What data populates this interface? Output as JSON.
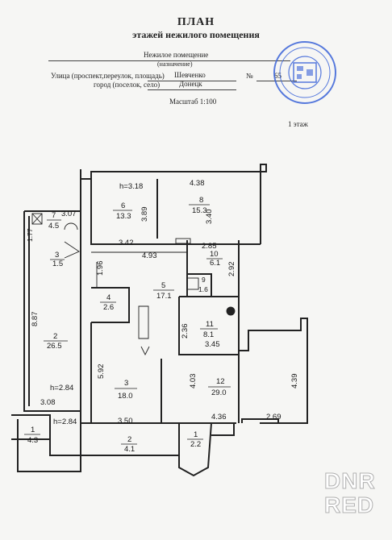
{
  "header": {
    "title": "ПЛАН",
    "subtitle": "этажей нежилого помещения",
    "purpose_value": "Нежилое помещение",
    "purpose_caption": "(назначение)",
    "street_label": "Улица (проспект,переулок, площадь)",
    "street_value": "Шевченко",
    "number_label": "№",
    "number_value": "65",
    "city_label": "город (поселок, село)",
    "city_value": "Донецк",
    "scale": "Масштаб 1:100",
    "floor": "1 этаж"
  },
  "rooms": [
    {
      "n": "1",
      "area": "4.3"
    },
    {
      "n": "2",
      "area": "26.5"
    },
    {
      "n": "2",
      "area": "4.1"
    },
    {
      "n": "3",
      "area": "1.5"
    },
    {
      "n": "3",
      "area": "18.0"
    },
    {
      "n": "4",
      "area": "2.6"
    },
    {
      "n": "5",
      "area": "17.1"
    },
    {
      "n": "6",
      "area": "13.3"
    },
    {
      "n": "7",
      "area": "4.5"
    },
    {
      "n": "8",
      "area": "15.3"
    },
    {
      "n": "9",
      "area": "1.6"
    },
    {
      "n": "10",
      "area": "6.1"
    },
    {
      "n": "11",
      "area": "8.1"
    },
    {
      "n": "12",
      "area": "29.0"
    },
    {
      "n": "1",
      "area": "2.2"
    }
  ],
  "dimensions": [
    "h=3.18",
    "4.38",
    "3.89",
    "3.40",
    "3.07",
    "1.77",
    "3.42",
    "2.85",
    "4.93",
    "1.96",
    "2.92",
    "8.87",
    "2.36",
    "3.45",
    "5.92",
    "4.03",
    "4.39",
    "h=2.84",
    "3.08",
    "h=2.84",
    "3.50",
    "4.36",
    "2.69"
  ],
  "watermark": {
    "line1": "DNR",
    "line2": "RED"
  },
  "colors": {
    "stamp": "#3a63d8",
    "walls": "#222222"
  }
}
